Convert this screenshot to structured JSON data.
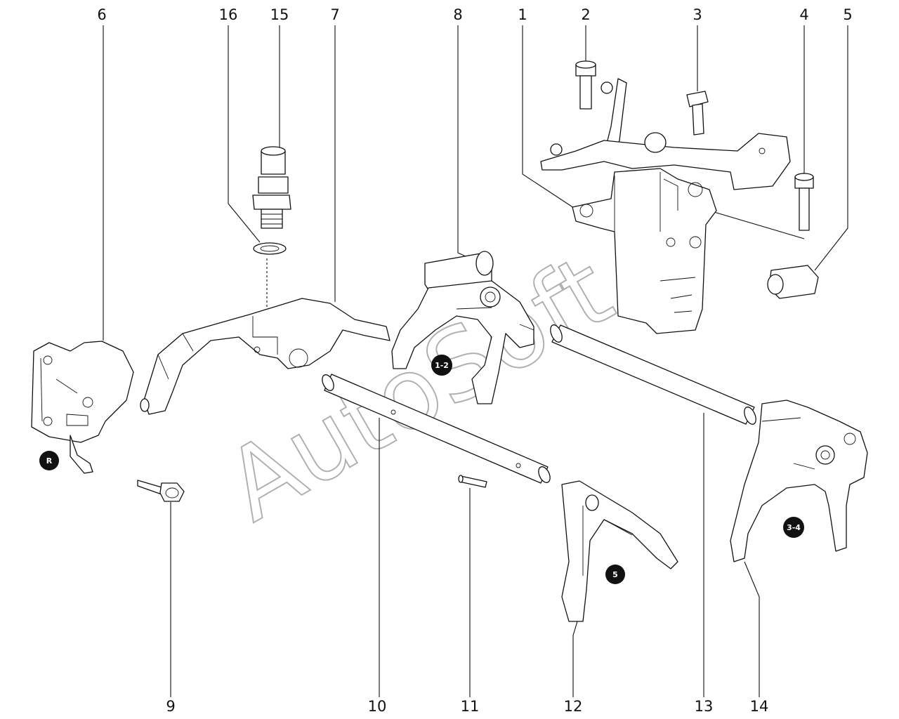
{
  "diagram": {
    "watermark": "AutoSoft",
    "callouts": [
      "1",
      "2",
      "3",
      "4",
      "5",
      "6",
      "7",
      "8",
      "9",
      "10",
      "11",
      "12",
      "13",
      "14",
      "15",
      "16"
    ],
    "gear_badges": [
      "R",
      "1-2",
      "5",
      "3-4"
    ]
  }
}
